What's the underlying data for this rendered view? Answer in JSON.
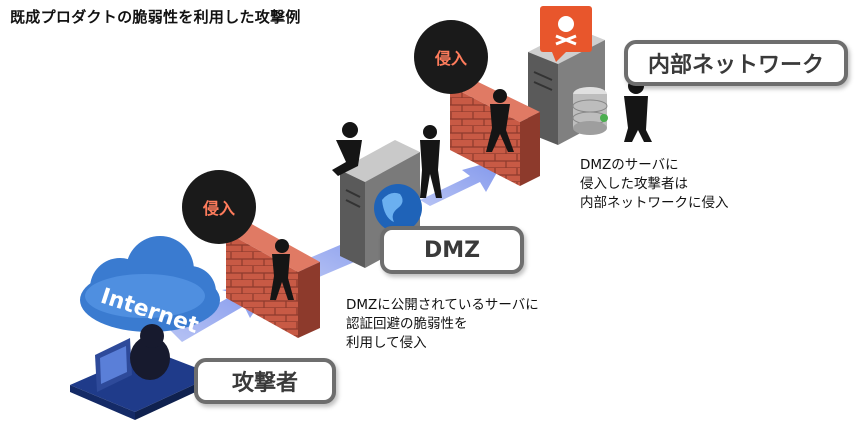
{
  "title": "既成プロダクトの脆弱性を利用した攻撃例",
  "labels": {
    "internal_network": "内部ネットワーク",
    "dmz": "DMZ",
    "attacker": "攻撃者"
  },
  "badges": {
    "intrusion_upper": "侵入",
    "intrusion_lower": "侵入"
  },
  "cloud_text": "Internet",
  "notes": {
    "upper": [
      "DMZのサーバに",
      "侵入した攻撃者は",
      "内部ネットワークに侵入"
    ],
    "lower": [
      "DMZに公開されているサーバに",
      "認証回避の脆弱性を",
      "利用して侵入"
    ]
  },
  "colors": {
    "arrow": "#8fa3f0",
    "brick": "#c85a45",
    "badge_text": "#ff7c5c",
    "cloud": "#3a7bd0",
    "warning": "#e8562c"
  }
}
